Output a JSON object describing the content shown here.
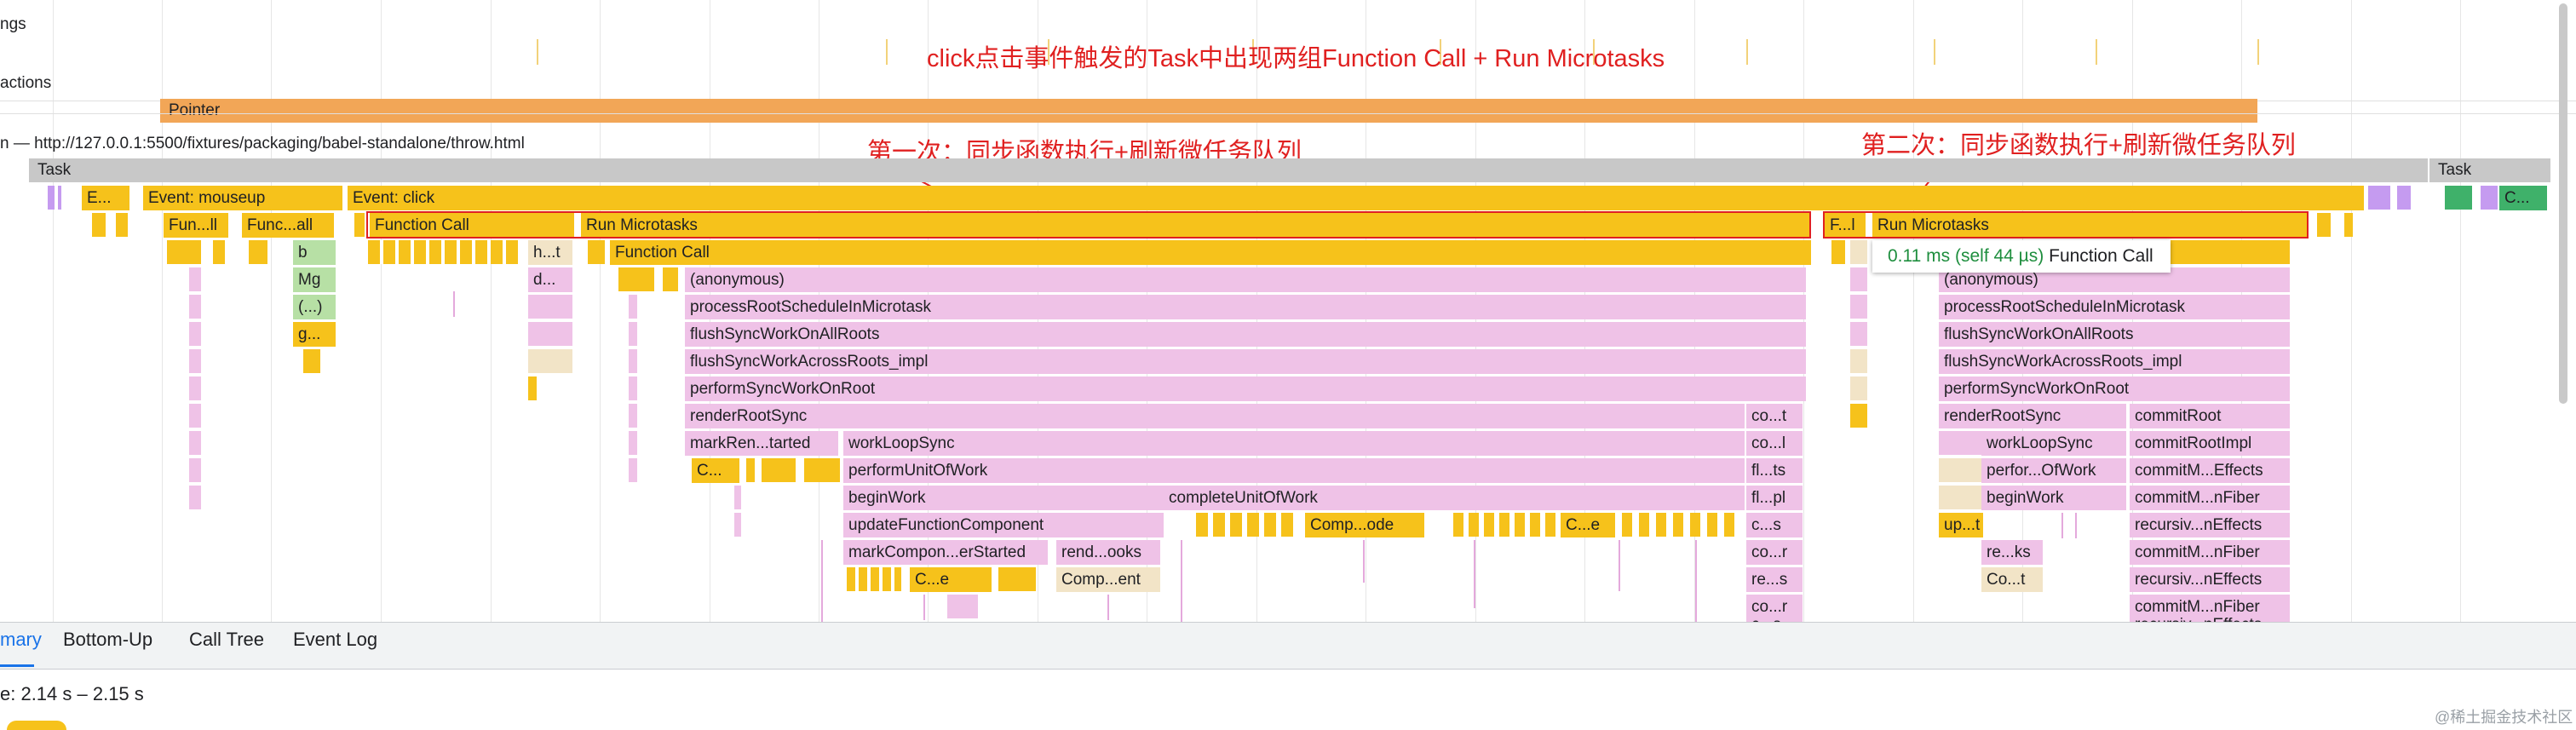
{
  "lanes": {
    "timings": "ngs",
    "interactions": "actions",
    "pointer": "Pointer",
    "main_thread": "n — http://127.0.0.1:5500/fixtures/packaging/babel-standalone/throw.html"
  },
  "annotations": {
    "title": "click点击事件触发的Task中出现两组Function Call + Run Microtasks",
    "first": "第一次：同步函数执行+刷新微任务队列",
    "second": "第二次：同步函数执行+刷新微任务队列"
  },
  "flame": {
    "task1": "Task",
    "task2": "Task",
    "ev_e": "E...",
    "ev_mouseup": "Event: mouseup",
    "ev_click": "Event: click",
    "ev_c": "C...",
    "fn_1": "Fun...ll",
    "fn_2": "Func...all",
    "fn_call": "Function Call",
    "run_micro": "Run Microtasks",
    "f_small": "F...l",
    "run_micro2": "Run Microtasks",
    "b": "b",
    "mg": "Mg",
    "anon_paren": "(...)",
    "g": "g...",
    "h_t": "h...t",
    "d": "d...",
    "fn_call_inner": "Function Call",
    "left": [
      "(anonymous)",
      "processRootScheduleInMicrotask",
      "flushSyncWorkOnAllRoots",
      "flushSyncWorkAcrossRoots_impl",
      "performSyncWorkOnRoot",
      "renderRootSync"
    ],
    "mark_render": "markRen...tarted",
    "work_loop": "workLoopSync",
    "perform_unit": "performUnitOfWork",
    "begin_work": "beginWork",
    "complete_unit": "completeUnitOfWork",
    "update_fc": "updateFunctionComponent",
    "mark_component": "markCompon...erStarted",
    "rend_ooks": "rend...ooks",
    "c_small": "C...",
    "comp_ode": "Comp...ode",
    "c_e": "C...e",
    "c_e2": "C...e",
    "comp_ent": "Comp...ent",
    "commit_col": [
      "co...t",
      "co...l",
      "fl...ts",
      "fl...pl",
      "c...s",
      "co...r",
      "re...s",
      "co...r",
      "c...s"
    ],
    "right_left": [
      "(anonymous)",
      "processRootScheduleInMicrotask",
      "flushSyncWorkOnAllRoots",
      "flushSyncWorkAcrossRoots_impl",
      "performSyncWorkOnRoot",
      "renderRootSync",
      "workLoopSync",
      "perfor...OfWork",
      "beginWork",
      "up...t",
      "re...ks",
      "Co...t"
    ],
    "right_commit": [
      "commitRoot",
      "commitRootImpl",
      "commitM...Effects",
      "commitM...nFiber",
      "recursiv...nEffects",
      "commitM...nFiber",
      "recursiv...nEffects",
      "commitM...nFiber",
      "recursiv...nEffects"
    ]
  },
  "tooltip": {
    "time": "0.11 ms (self 44 µs)",
    "name": "Function Call"
  },
  "tabs": [
    "mary",
    "Bottom-Up",
    "Call Tree",
    "Event Log"
  ],
  "summary": {
    "range": "e: 2.14 s – 2.15 s"
  },
  "watermark": "@稀土掘金技术社区",
  "colors": {
    "scripting": "#f6c21b",
    "rendering": "#efc2e7",
    "task": "#c8c8c8",
    "pointer": "#f2a657",
    "annotation": "#e02020",
    "tooltip_time": "#1e8e3e",
    "active_tab": "#1a73e8"
  }
}
